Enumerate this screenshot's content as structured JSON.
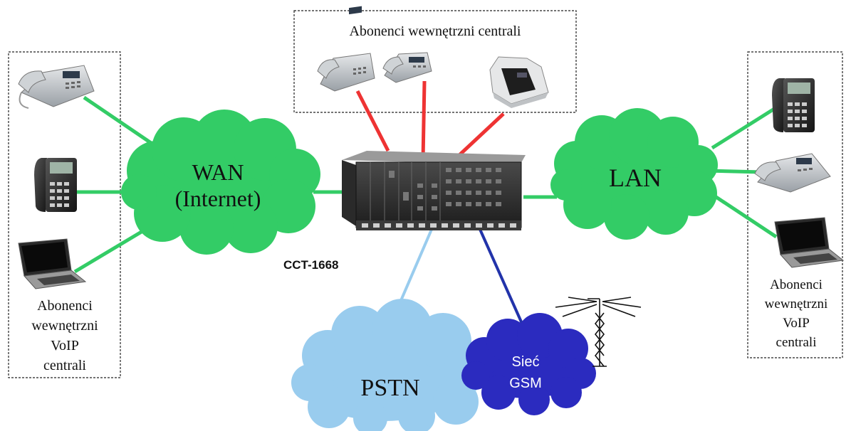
{
  "top_group": {
    "label": "Abonenci wewnętrzni centrali"
  },
  "left_group": {
    "label_lines": [
      "Abonenci",
      "wewnętrzni",
      "VoIP",
      "centrali"
    ]
  },
  "right_group": {
    "label_lines": [
      "Abonenci",
      "wewnętrzni",
      "VoIP",
      "centrali"
    ]
  },
  "clouds": {
    "wan": [
      "WAN",
      "(Internet)"
    ],
    "lan": "LAN",
    "pstn": "PSTN",
    "gsm": [
      "Sieć",
      "GSM"
    ]
  },
  "device": {
    "label": "CCT-1668"
  },
  "colors": {
    "voip_link": "#33cc66",
    "analog_link": "#ee3333",
    "pstn_link": "#99ccee",
    "gsm_link": "#2233aa",
    "green_cloud": "#33cc66",
    "pstn_cloud": "#99ccee",
    "gsm_cloud": "#2b2bbf"
  }
}
